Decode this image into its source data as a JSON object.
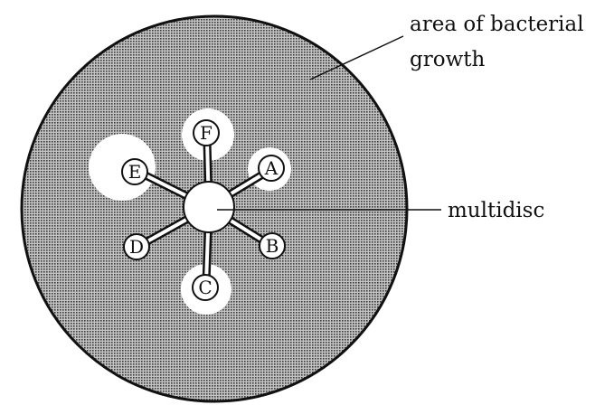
{
  "labels": {
    "growth_line1": "area of bacterial",
    "growth_line2": "growth",
    "multidisc": "multidisc"
  },
  "discs": [
    {
      "letter": "F",
      "inhibition_zone": "medium"
    },
    {
      "letter": "A",
      "inhibition_zone": "small"
    },
    {
      "letter": "B",
      "inhibition_zone": "none"
    },
    {
      "letter": "C",
      "inhibition_zone": "medium"
    },
    {
      "letter": "D",
      "inhibition_zone": "none"
    },
    {
      "letter": "E",
      "inhibition_zone": "large"
    }
  ],
  "colors": {
    "growth_fill": "#9a9a9a",
    "outline": "#111111",
    "clear_zone": "#ffffff"
  }
}
